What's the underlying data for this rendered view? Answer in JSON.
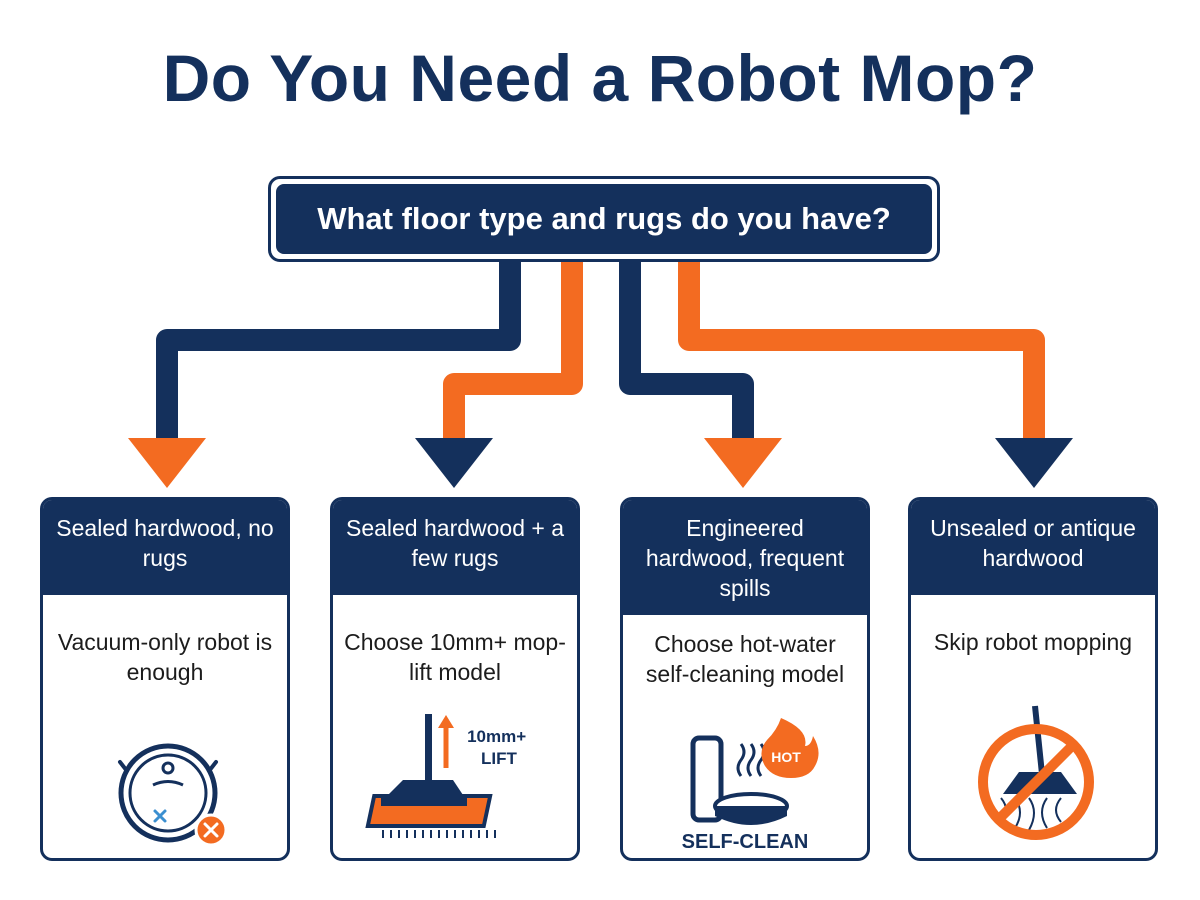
{
  "title": "Do You Need a Robot Mop?",
  "question": "What floor type and rugs do you have?",
  "colors": {
    "navy": "#14305c",
    "orange": "#f36b21",
    "text": "#1c1c1c"
  },
  "options": [
    {
      "condition": "Sealed hardwood, no rugs",
      "result": "Vacuum-only robot is enough",
      "icon": "robot-vacuum-no-mop-icon"
    },
    {
      "condition": "Sealed hardwood + a few rugs",
      "result": "Choose 10mm+ mop-lift model",
      "icon": "mop-lift-icon",
      "icon_label": "10mm+ LIFT"
    },
    {
      "condition": "Engineered hardwood, frequent spills",
      "result": "Choose hot-water self-cleaning model",
      "icon": "self-clean-station-icon",
      "icon_badge": "HOT",
      "icon_label": "SELF-CLEAN"
    },
    {
      "condition": "Unsealed or antique hardwood",
      "result": "Skip robot mopping",
      "icon": "no-mopping-icon"
    }
  ]
}
